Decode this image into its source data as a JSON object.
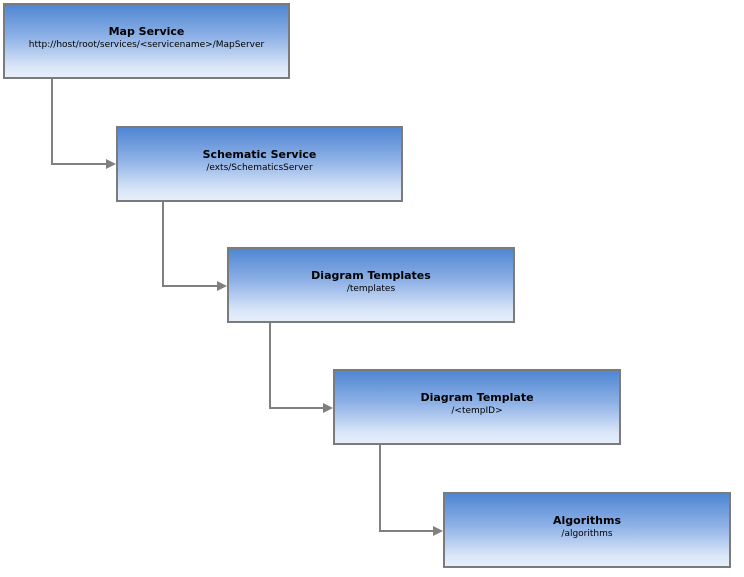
{
  "nodes": [
    {
      "title": "Map Service",
      "path": "http://host/root/services/<servicename>/MapServer"
    },
    {
      "title": "Schematic Service",
      "path": "/exts/SchematicsServer"
    },
    {
      "title": "Diagram Templates",
      "path": "/templates"
    },
    {
      "title": "Diagram Template",
      "path": "/<tempID>"
    },
    {
      "title": "Algorithms",
      "path": "/algorithms"
    }
  ],
  "colors": {
    "node_gradient_top": "#4f86d3",
    "node_gradient_bottom": "#e6eefa",
    "node_border": "#7b7b7b",
    "connector": "#808080"
  }
}
